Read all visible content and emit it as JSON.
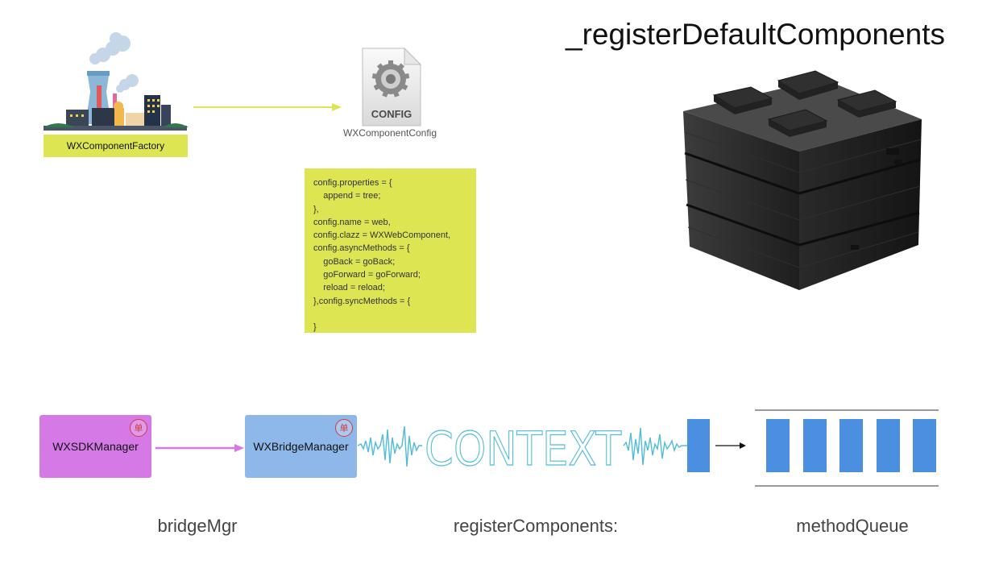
{
  "title": "_registerDefaultComponents",
  "factory": {
    "label": "WXComponentFactory",
    "icon": "factory-icon"
  },
  "config_file": {
    "icon_text": "CONFIG",
    "caption": "WXComponentConfig"
  },
  "code_lines": [
    "config.properties = {",
    "    append = tree;",
    "},",
    "config.name = web,",
    "config.clazz = WXWebComponent,",
    "config.asyncMethods = {",
    "    goBack = goBack;",
    "    goForward = goForward;",
    "    reload = reload;",
    "},config.syncMethods = {",
    "",
    "}"
  ],
  "sdk_manager": {
    "label": "WXSDKManager",
    "badge": "单"
  },
  "bridge_manager": {
    "label": "WXBridgeManager",
    "badge": "单"
  },
  "context_graphic": {
    "text": "CONTEXT"
  },
  "captions": {
    "bridge_mgr": "bridgeMgr",
    "register": "registerComponents:",
    "method_queue": "methodQueue"
  },
  "method_queue": {
    "slot_count": 5
  },
  "colors": {
    "yellow": "#dde552",
    "sdk_purple": "#d579e6",
    "bridge_blue": "#8fb8ea",
    "queue_blue": "#4a8fe0",
    "arrow_yellow": "#dde552",
    "arrow_purple": "#d579e6",
    "context_cyan": "#4fbcd8"
  }
}
